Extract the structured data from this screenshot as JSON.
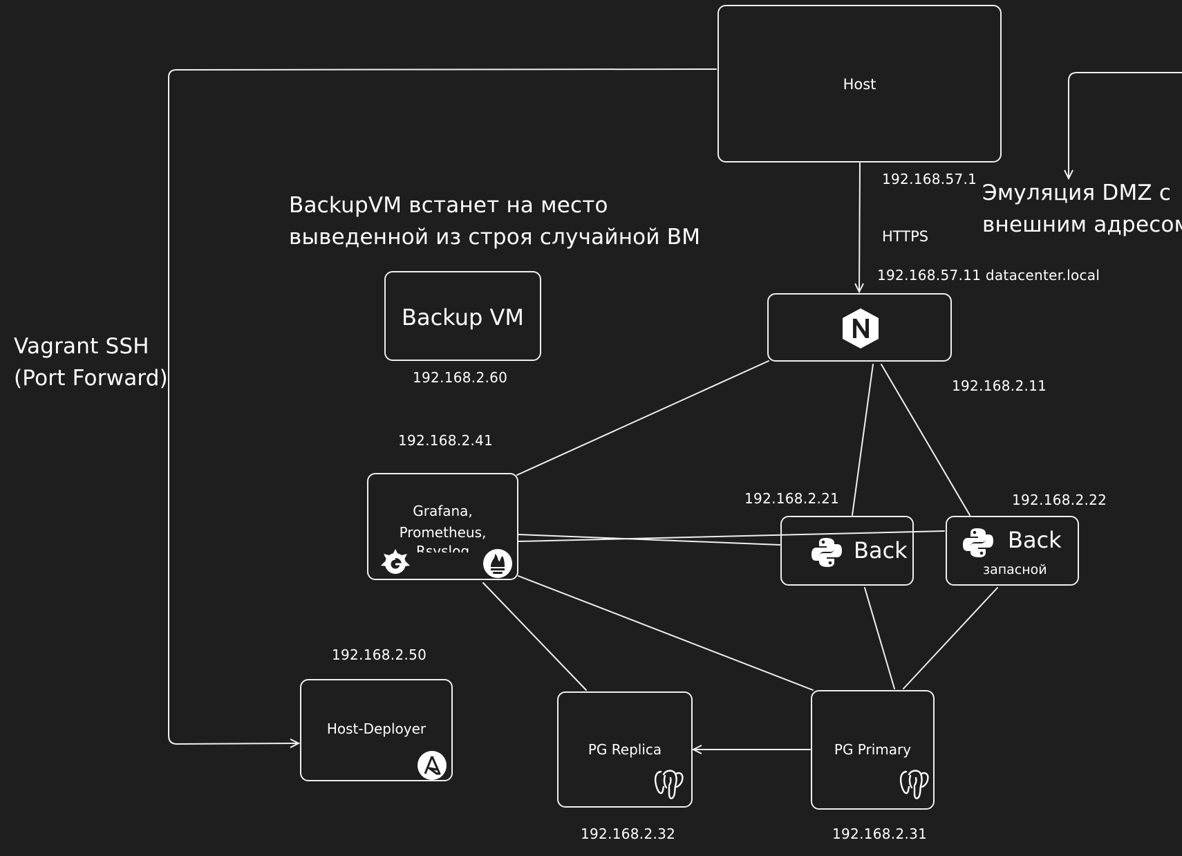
{
  "nodes": {
    "host": {
      "label": "Host"
    },
    "backup_vm": {
      "label": "Backup VM"
    },
    "nginx": {
      "label": ""
    },
    "monitoring": {
      "line1": "Grafana,",
      "line2": "Prometheus,",
      "line3": "Rsyslog"
    },
    "back_main": {
      "label": "Back"
    },
    "back_spare": {
      "label": "Back",
      "sublabel": "запасной"
    },
    "host_deployer": {
      "label": "Host-Deployer"
    },
    "pg_replica": {
      "label": "PG Replica"
    },
    "pg_primary": {
      "label": "PG Primary"
    }
  },
  "ips": {
    "host": "192.168.57.1",
    "nginx_external": "192.168.57.11 datacenter.local",
    "nginx_internal": "192.168.2.11",
    "backup_vm": "192.168.2.60",
    "monitoring": "192.168.2.41",
    "back_main": "192.168.2.21",
    "back_spare": "192.168.2.22",
    "host_deployer": "192.168.2.50",
    "pg_replica": "192.168.2.32",
    "pg_primary": "192.168.2.31"
  },
  "annotations": {
    "https": "HTTPS",
    "dmz_line1": "Эмуляция DMZ с",
    "dmz_line2": "внешним адресом",
    "backup_note_line1": "BackupVM встанет на место",
    "backup_note_line2": "выведенной из строя случайной ВМ",
    "vagrant_line1": "Vagrant SSH",
    "vagrant_line2": "(Port Forward)"
  },
  "icons": {
    "nginx": "nginx-icon",
    "grafana": "grafana-icon",
    "prometheus": "prometheus-icon",
    "python": "python-icon",
    "ansible": "ansible-icon",
    "postgres": "postgresql-icon"
  },
  "colors": {
    "background": "#1e1e1e",
    "stroke": "#f0f0f0",
    "text": "#ffffff"
  }
}
